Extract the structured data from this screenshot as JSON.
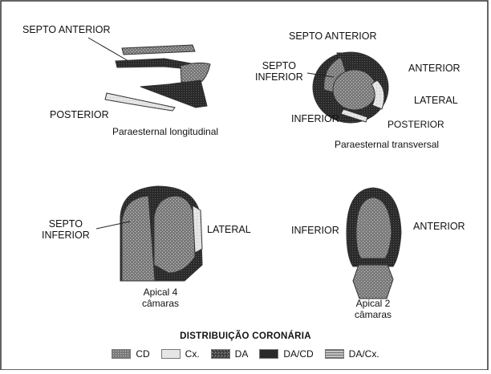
{
  "views": {
    "plax": {
      "caption": "Paraesternal longitudinal",
      "labels": {
        "septo_anterior": "SEPTO ANTERIOR",
        "posterior": "POSTERIOR"
      }
    },
    "psax": {
      "caption": "Paraesternal transversal",
      "labels": {
        "septo_anterior": "SEPTO ANTERIOR",
        "septo_inferior": "SEPTO\nINFERIOR",
        "anterior": "ANTERIOR",
        "lateral": "LATERAL",
        "inferior": "INFERIOR",
        "posterior": "POSTERIOR"
      }
    },
    "a4c": {
      "caption": "Apical 4\ncâmaras",
      "labels": {
        "septo_inferior": "SEPTO\nINFERIOR",
        "lateral": "LATERAL"
      }
    },
    "a2c": {
      "caption": "Apical 2\ncâmaras",
      "labels": {
        "inferior": "INFERIOR",
        "anterior": "ANTERIOR"
      }
    }
  },
  "legend": {
    "title": "DISTRIBUIÇÃO CORONÁRIA",
    "items": [
      {
        "label": "CD",
        "pattern": "p-cd"
      },
      {
        "label": "Cx.",
        "pattern": "p-cx"
      },
      {
        "label": "DA",
        "pattern": "p-da"
      },
      {
        "label": "DA/CD",
        "pattern": "p-dacd"
      },
      {
        "label": "DA/Cx.",
        "pattern": "p-dacx"
      }
    ]
  }
}
